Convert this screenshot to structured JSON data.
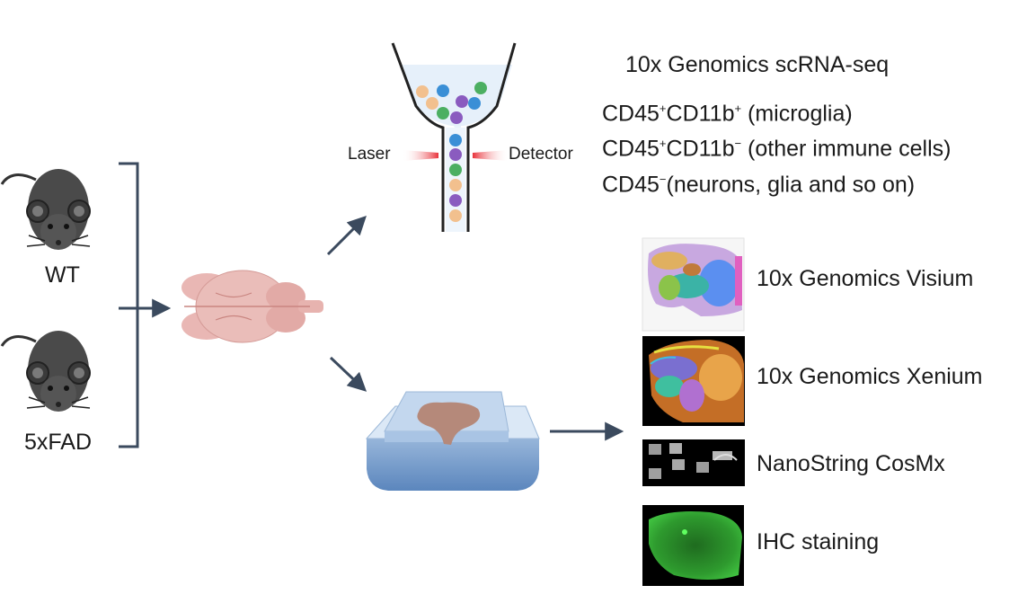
{
  "mice": {
    "wt_label": "WT",
    "fad_label": "5xFAD"
  },
  "flow": {
    "laser_label": "Laser",
    "detector_label": "Detector"
  },
  "scrna": {
    "title": "10x Genomics scRNA-seq",
    "populations": [
      {
        "marker1": "CD45",
        "sup1": "+",
        "marker2": "CD11b",
        "sup2": "+",
        "desc": " (microglia)"
      },
      {
        "marker1": "CD45",
        "sup1": "+",
        "marker2": "CD11b",
        "sup2": "−",
        "desc": " (other immune cells)"
      },
      {
        "marker1": "CD45",
        "sup1": "−",
        "marker2": "",
        "sup2": "",
        "desc": "(neurons, glia and so on)"
      }
    ]
  },
  "spatial": {
    "methods": [
      {
        "label": "10x Genomics Visium"
      },
      {
        "label": "10x Genomics Xenium"
      },
      {
        "label": "NanoString CosMx"
      },
      {
        "label": "IHC staining"
      }
    ]
  },
  "colors": {
    "arrow": "#3b4a5e",
    "mouse": "#4a4a4a",
    "brain": "#e9b7b4",
    "laser": "#e8323a",
    "ihc_green": "#3fbf3f"
  }
}
